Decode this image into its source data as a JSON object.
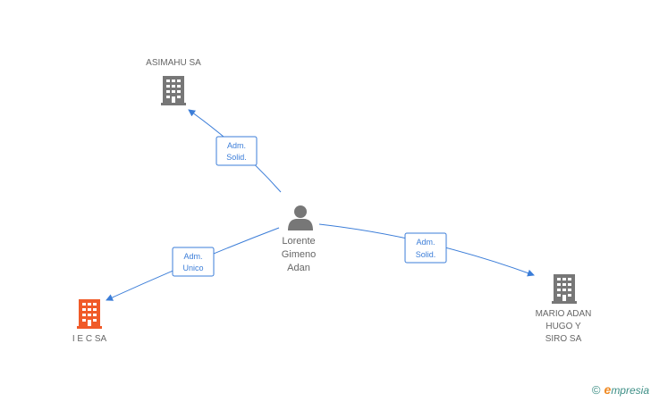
{
  "person": {
    "name": "Lorente\nGimeno\nAdan",
    "icon": "person-icon",
    "color": "#777777"
  },
  "companies": [
    {
      "id": "asimahu",
      "name": "ASIMAHU SA",
      "icon": "building-icon",
      "color": "#777777"
    },
    {
      "id": "iec",
      "name": "I E C SA",
      "icon": "building-icon",
      "color": "#f05a28"
    },
    {
      "id": "mario",
      "name": "MARIO ADAN\nHUGO Y\nSIRO SA",
      "icon": "building-icon",
      "color": "#777777"
    }
  ],
  "relations": [
    {
      "target": "asimahu",
      "label_line1": "Adm.",
      "label_line2": "Solid."
    },
    {
      "target": "iec",
      "label_line1": "Adm.",
      "label_line2": "Unico"
    },
    {
      "target": "mario",
      "label_line1": "Adm.",
      "label_line2": "Solid."
    }
  ],
  "colors": {
    "edge": "#3b7dd8"
  },
  "brand": {
    "copyright": "©",
    "initial": "e",
    "rest": "mpresia"
  }
}
